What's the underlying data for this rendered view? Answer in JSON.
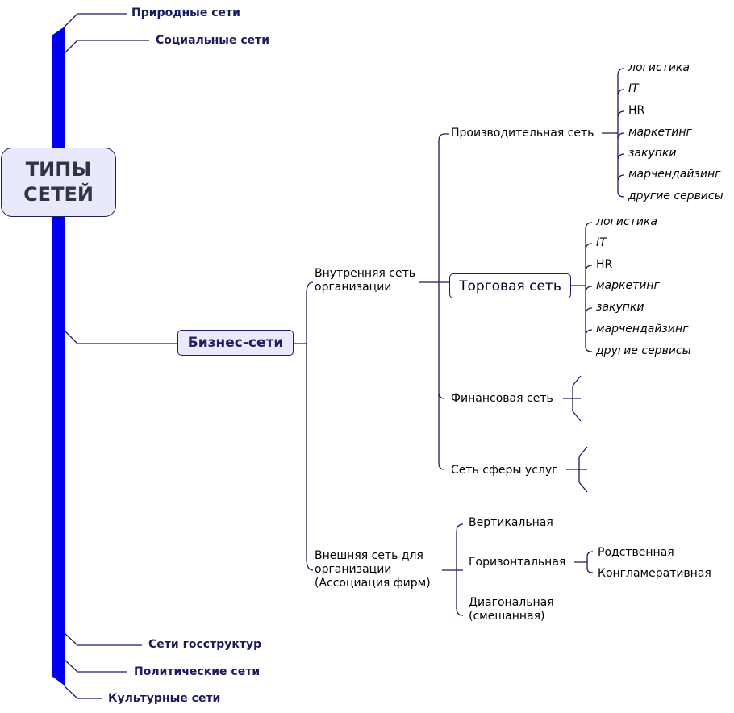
{
  "root": {
    "title": "ТИПЫ\nСЕТЕЙ"
  },
  "top_branches": [
    "Природные сети",
    "Социальные сети"
  ],
  "business": {
    "label": "Бизнес-сети",
    "internal": {
      "label": "Внутренняя сеть организации",
      "production": {
        "label": "Производительная сеть",
        "items": [
          "логистика",
          "IT",
          "HR",
          "маркетинг",
          "закупки",
          "марчендайзинг",
          "другие сервисы"
        ]
      },
      "trade": {
        "label": "Торговая сеть",
        "items": [
          "логистика",
          "IT",
          "HR",
          "маркетинг",
          "закупки",
          "марчендайзинг",
          "другие сервисы"
        ]
      },
      "finance": {
        "label": "Финансовая сеть"
      },
      "services": {
        "label": "Сеть сферы услуг"
      }
    },
    "external": {
      "label": "Внешняя сеть для организации (Ассоциация фирм)",
      "vertical": "Вертикальная",
      "horizontal": {
        "label": "Горизонтальная",
        "items": [
          "Родственная",
          "Конгламеративная"
        ]
      },
      "diagonal": "Диагональная (смешанная)"
    }
  },
  "bottom_branches": [
    "Сети госструктур",
    "Политические сети",
    "Культурные сети"
  ],
  "colors": {
    "spine": "#0000ee",
    "line": "#1a1a5e",
    "node_fill": "#e8e9fb"
  }
}
